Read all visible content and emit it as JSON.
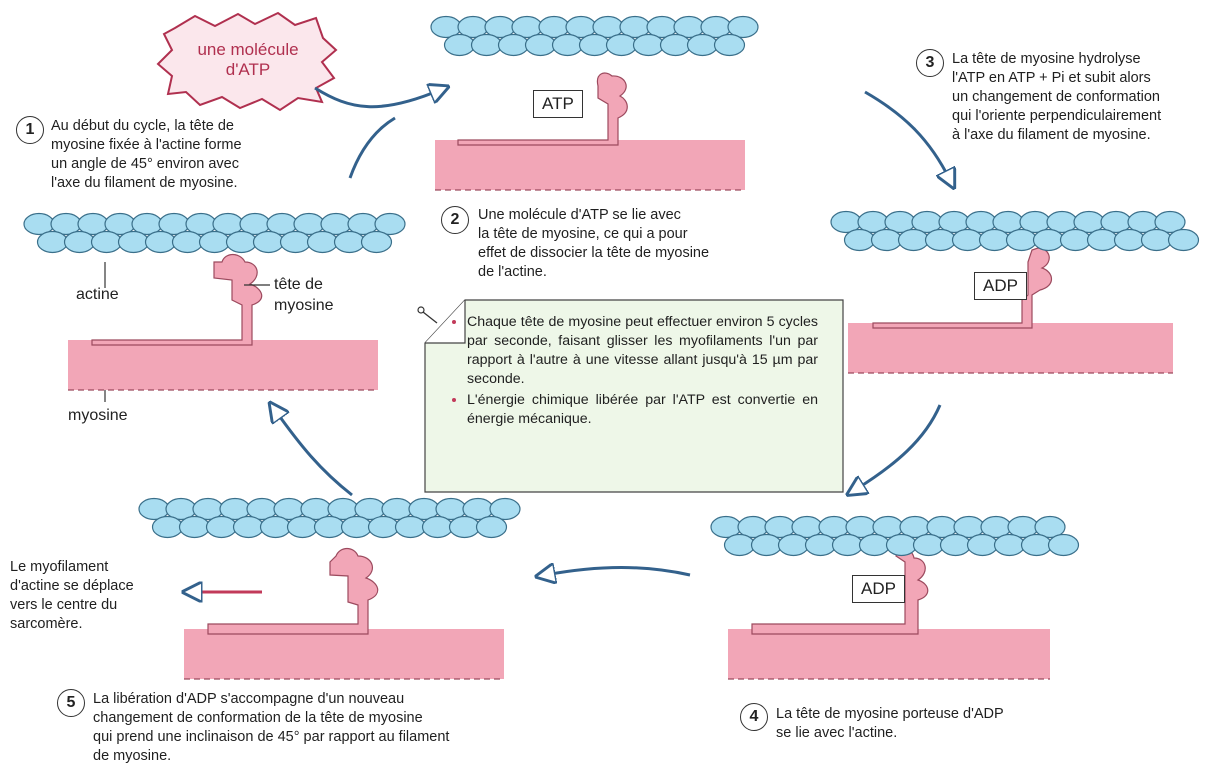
{
  "colors": {
    "actin_fill": "#a9ddf1",
    "actin_stroke": "#3a6f8a",
    "myosin_fill": "#f2a6b7",
    "myosin_stroke": "#9c4a5e",
    "note_fill": "#eef7e8",
    "burst_fill": "#fbe7ec",
    "arrow_fill": "#ffffff",
    "arrow_stroke": "#33618c"
  },
  "atp_burst": "une molécule\nd'ATP",
  "labels": {
    "actine": "actine",
    "tete": "tête de\nmyosine",
    "myosine": "myosine"
  },
  "badges": {
    "atp": "ATP",
    "adp3": "ADP",
    "adp4": "ADP"
  },
  "steps": [
    {
      "num": "1",
      "text": "Au début du cycle, la tête de\nmyosine fixée à l'actine forme\nun angle de 45° environ avec\nl'axe du filament de myosine."
    },
    {
      "num": "2",
      "text": "Une molécule d'ATP se lie avec\nla tête de myosine, ce qui a pour\neffet de dissocier la tête de myosine\nde l'actine."
    },
    {
      "num": "3",
      "text": "La tête de myosine hydrolyse\nl'ATP en ATP + Pi et subit alors\nun changement de conformation\nqui l'oriente perpendiculairement\nà l'axe du filament de myosine."
    },
    {
      "num": "4",
      "text": "La tête de myosine porteuse d'ADP\nse lie avec l'actine."
    },
    {
      "num": "5",
      "text": "La libération d'ADP s'accompagne d'un nouveau\nchangement de conformation de la tête de myosine\nqui prend une inclinaison de 45° par rapport au filament\nde myosine."
    }
  ],
  "side_note": "Le myofilament\nd'actine se déplace\nvers le centre du\nsarcomère.",
  "note_items": [
    "Chaque tête de myosine peut effectuer environ 5 cycles par seconde, faisant glisser les myofilaments l'un par rapport à l'autre à une vitesse allant jusqu'à 15 µm par seconde.",
    "L'énergie chimique libérée par l'ATP est convertie en énergie mécanique."
  ]
}
